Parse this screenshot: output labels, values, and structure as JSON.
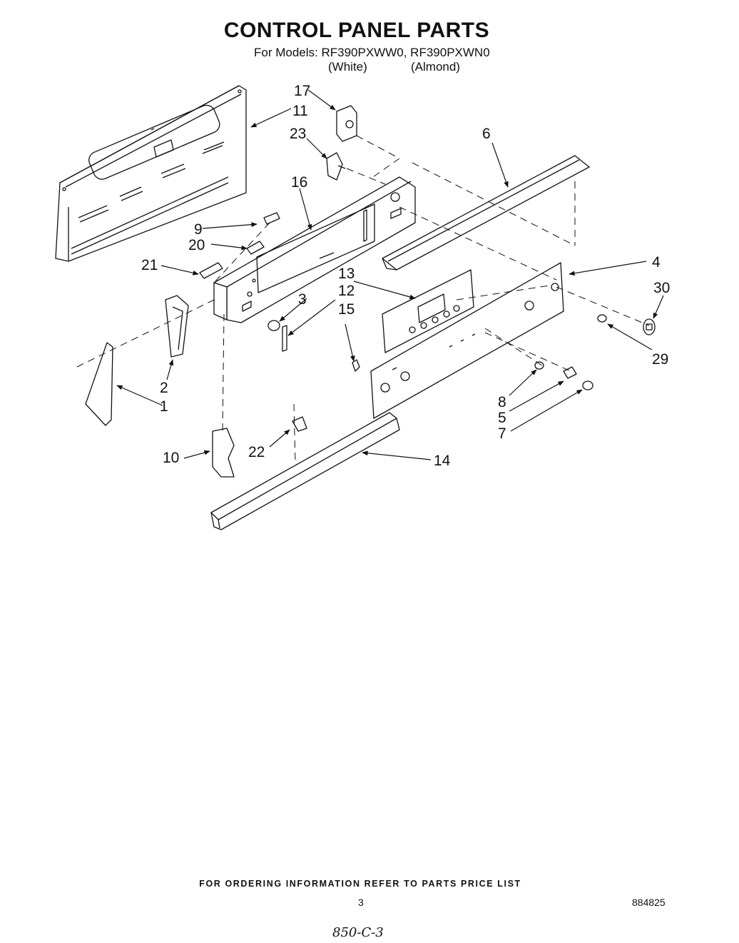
{
  "header": {
    "title": "CONTROL PANEL PARTS",
    "models_line": "For Models: RF390PXWW0, RF390PXWN0",
    "variant_white": "(White)",
    "variant_almond": "(Almond)"
  },
  "callouts": {
    "p1": "1",
    "p2": "2",
    "p3": "3",
    "p4": "4",
    "p5": "5",
    "p6": "6",
    "p7": "7",
    "p8": "8",
    "p9": "9",
    "p10": "10",
    "p11": "11",
    "p12": "12",
    "p13": "13",
    "p14": "14",
    "p15": "15",
    "p16": "16",
    "p17": "17",
    "p20": "20",
    "p21": "21",
    "p22": "22",
    "p23": "23",
    "p29": "29",
    "p30": "30"
  },
  "footer": {
    "ordering_note": "FOR ORDERING INFORMATION REFER TO PARTS PRICE LIST",
    "page_number": "3",
    "document_number": "884825",
    "handwritten_note": "850-C-3"
  }
}
